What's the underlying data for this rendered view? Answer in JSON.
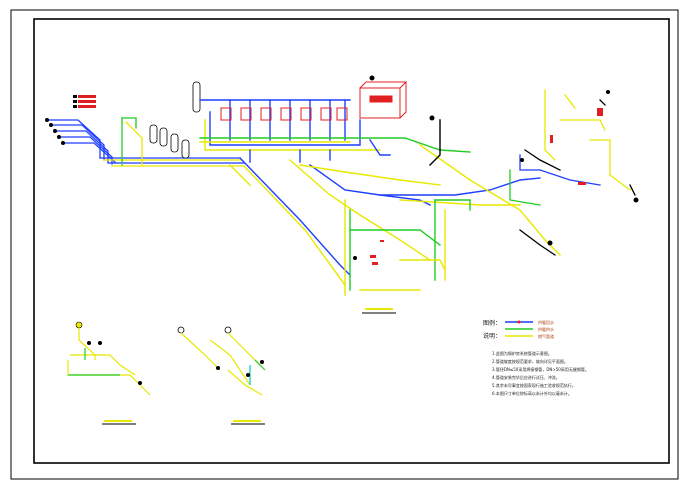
{
  "drawing": {
    "legend_title": "图例：",
    "notes_title": "说明：",
    "legend_items": [
      {
        "label": "供暖回水",
        "color": "#1f3fff"
      },
      {
        "label": "供暖供水",
        "color": "#22cc22"
      },
      {
        "label": "燃气管道",
        "color": "#e8e800"
      }
    ],
    "notes": [
      "1.此图为锅炉房系统管道示意图。",
      "2.管道坡度按规范要求，坡向详见平面图。",
      "3.管径DN≤50采用焊接钢管，DN>50采用无缝钢管。",
      "4.管道安装完毕后应进行试压、冲洗。",
      "5.其余未尽事宜按国家现行施工验收规范执行。",
      "6.本图尺寸单位除标高以米计外均以毫米计。"
    ],
    "colors": {
      "blue": "#1f3fff",
      "green": "#22cc22",
      "yellow": "#e8e800",
      "red": "#e02020",
      "black": "#000000",
      "cyan": "#00c8c8"
    }
  }
}
